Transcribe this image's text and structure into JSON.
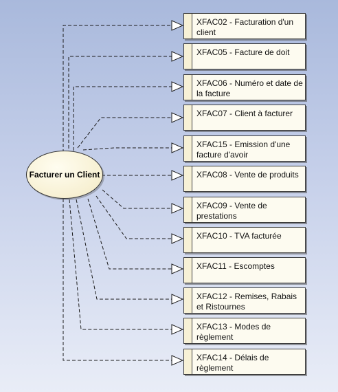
{
  "use_case": {
    "label": "Facturer un Client"
  },
  "requirements": [
    {
      "label": "XFAC02 - Facturation d'un client"
    },
    {
      "label": "XFAC05 - Facture de doit"
    },
    {
      "label": "XFAC06 - Numéro et date de la facture"
    },
    {
      "label": "XFAC07 - Client à facturer"
    },
    {
      "label": "XFAC15 - Emission d'une facture d'avoir"
    },
    {
      "label": "XFAC08 - Vente de produits"
    },
    {
      "label": "XFAC09 - Vente de prestations"
    },
    {
      "label": "XFAC10 - TVA facturée"
    },
    {
      "label": "XFAC11 - Escomptes"
    },
    {
      "label": "XFAC12 - Remises, Rabais et Ristournes"
    },
    {
      "label": "XFAC13 - Modes de règlement"
    },
    {
      "label": "XFAC14 - Délais de règlement"
    }
  ]
}
